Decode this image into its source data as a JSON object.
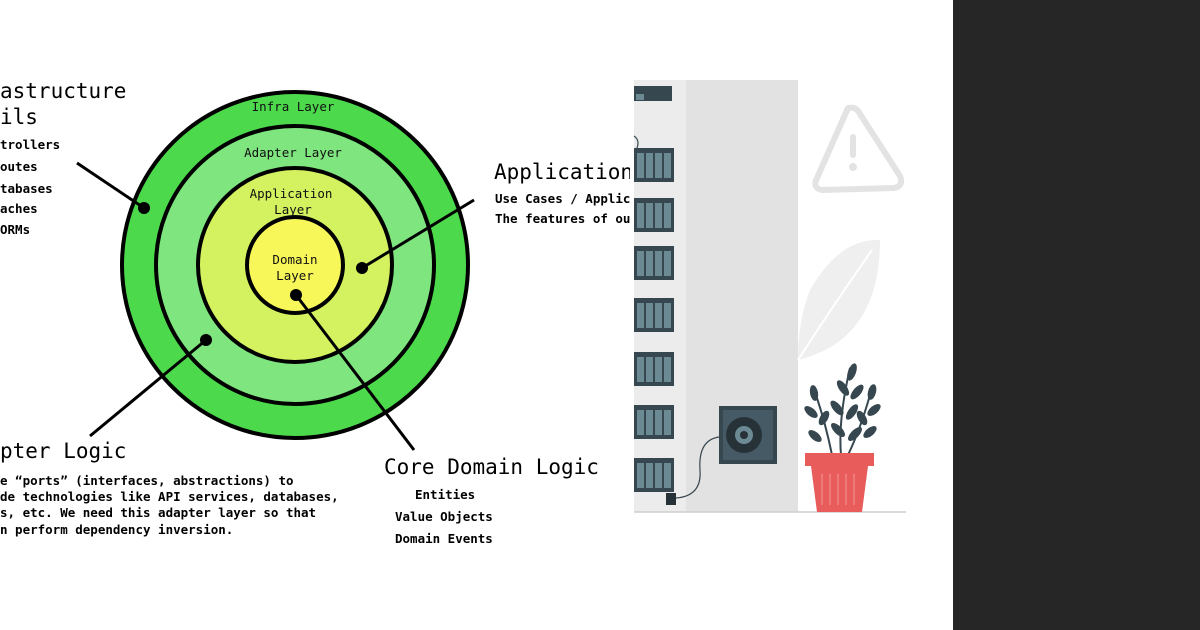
{
  "diagram": {
    "rings": {
      "infra": "Infra Layer",
      "adapter": "Adapter Layer",
      "application_line1": "Application",
      "application_line2": "Layer",
      "domain_line1": "Domain",
      "domain_line2": "Layer"
    },
    "colors": {
      "infra": "#4cd94c",
      "adapter": "#7fe57f",
      "application": "#d4f25f",
      "domain": "#f7f75a",
      "stroke": "#000000"
    },
    "infrastructure": {
      "heading_line1": "astructure",
      "heading_line2": "ils",
      "items": [
        "trollers",
        "outes",
        "tabases",
        "aches",
        "ORMs"
      ]
    },
    "application": {
      "heading": "Application",
      "items": [
        "Use Cases / Applic",
        "The features of ou"
      ]
    },
    "adapter": {
      "heading": "pter Logic",
      "lines": [
        "e “ports” (interfaces, abstractions) to",
        "de technologies like API services, databases,",
        "s, etc. We need this adapter layer so that",
        "n perform dependency inversion."
      ]
    },
    "core": {
      "heading": "Core Domain Logic",
      "items": [
        "Entities",
        "Value Objects",
        "Domain Events"
      ]
    }
  },
  "illustration": {
    "icons": [
      "warning-triangle-icon",
      "leaf-icon",
      "plant-icon",
      "pot-icon",
      "fan-icon",
      "server-rack-icon"
    ],
    "colors": {
      "building": "#e6e6e6",
      "window": "#37474f",
      "pot": "#e95c5c",
      "plant": "#37474f"
    }
  }
}
